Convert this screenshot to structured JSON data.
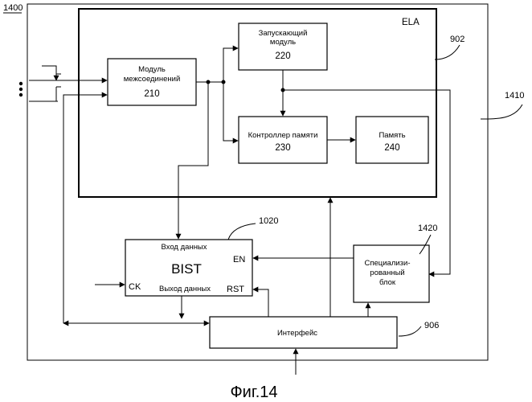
{
  "figure": {
    "outer_ref": "1400",
    "board_ref": "1410",
    "caption": "Фиг.14"
  },
  "ela": {
    "label": "ELA",
    "ref": "902"
  },
  "blocks": {
    "interconnect": {
      "line1": "Модуль",
      "line2": "межсоединений",
      "num": "210"
    },
    "launch": {
      "line1": "Запускающий",
      "line2": "модуль",
      "num": "220"
    },
    "mem_ctrl": {
      "line1": "Контроллер памяти",
      "num": "230"
    },
    "memory": {
      "line1": "Память",
      "num": "240"
    },
    "bist": {
      "ref": "1020",
      "title": "BIST",
      "data_in": "Вход данных",
      "data_out": "Выход данных",
      "pin_en": "EN",
      "pin_ck": "CK",
      "pin_rst": "RST"
    },
    "special": {
      "ref": "1420",
      "line1": "Специализи-",
      "line2": "рованный",
      "line3": "блок"
    },
    "interface": {
      "label": "Интерфейс",
      "ref": "906"
    }
  }
}
